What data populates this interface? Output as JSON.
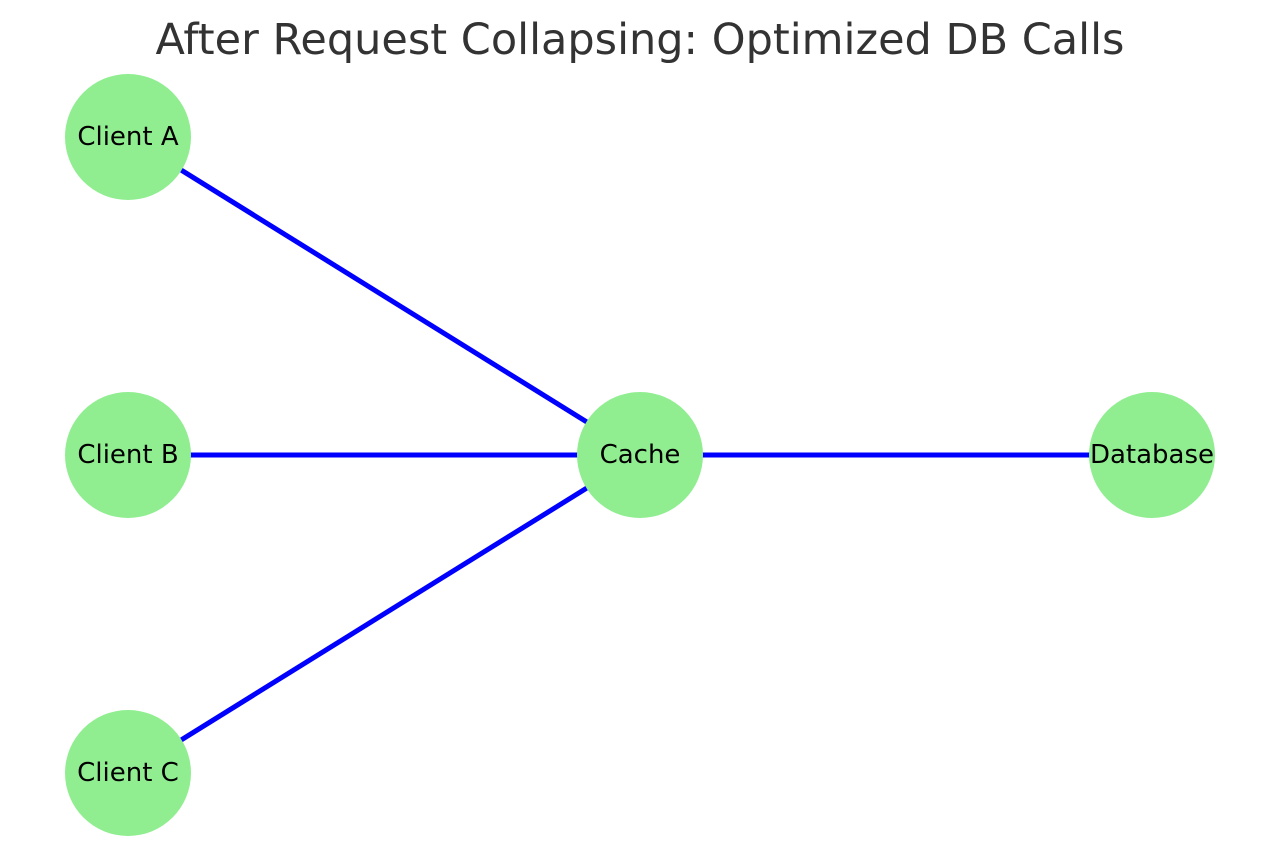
{
  "title": "After Request Collapsing: Optimized DB Calls",
  "colors": {
    "node_fill": "#90EE90",
    "edge": "#0000FF",
    "label": "#000000",
    "title": "#333333",
    "background": "#FFFFFF"
  },
  "nodes": [
    {
      "id": "client_a",
      "label": "Client A"
    },
    {
      "id": "client_b",
      "label": "Client B"
    },
    {
      "id": "client_c",
      "label": "Client C"
    },
    {
      "id": "cache",
      "label": "Cache"
    },
    {
      "id": "database",
      "label": "Database"
    }
  ],
  "edges": [
    {
      "from": "client_a",
      "to": "cache"
    },
    {
      "from": "client_b",
      "to": "cache"
    },
    {
      "from": "client_c",
      "to": "cache"
    },
    {
      "from": "cache",
      "to": "database"
    }
  ]
}
